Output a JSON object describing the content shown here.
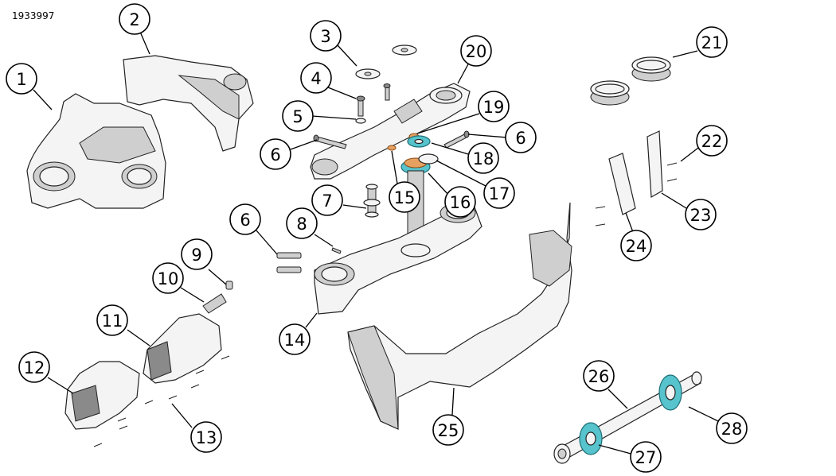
{
  "document": {
    "id": "1933997"
  },
  "callouts": [
    {
      "label": "1"
    },
    {
      "label": "2"
    },
    {
      "label": "3"
    },
    {
      "label": "4"
    },
    {
      "label": "5"
    },
    {
      "label": "6"
    },
    {
      "label": "19"
    },
    {
      "label": "20"
    },
    {
      "label": "6"
    },
    {
      "label": "18"
    },
    {
      "label": "7"
    },
    {
      "label": "15"
    },
    {
      "label": "16"
    },
    {
      "label": "17"
    },
    {
      "label": "6"
    },
    {
      "label": "8"
    },
    {
      "label": "9"
    },
    {
      "label": "10"
    },
    {
      "label": "11"
    },
    {
      "label": "12"
    },
    {
      "label": "13"
    },
    {
      "label": "14"
    },
    {
      "label": "21"
    },
    {
      "label": "22"
    },
    {
      "label": "23"
    },
    {
      "label": "24"
    },
    {
      "label": "25"
    },
    {
      "label": "26"
    },
    {
      "label": "27"
    },
    {
      "label": "28"
    }
  ],
  "colors": {
    "accent": "#57c3cc",
    "bearing": "#e6a060",
    "line": "#000000",
    "background": "#ffffff"
  }
}
